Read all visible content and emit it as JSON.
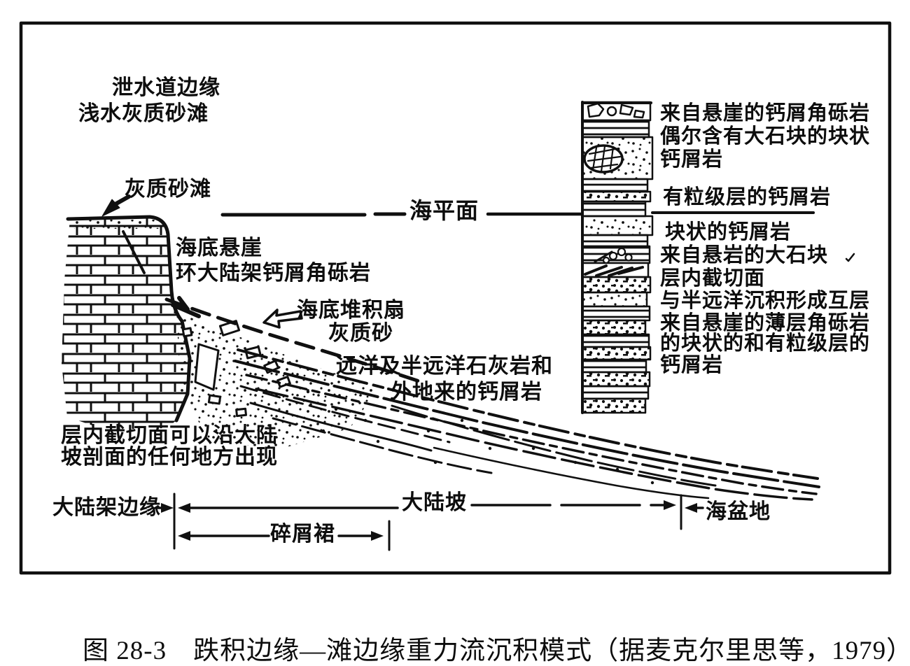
{
  "figure": {
    "caption": "图 28-3　跌积边缘—滩边缘重力流沉积模式（据麦克尔里思等，1979）",
    "labels": {
      "channel_margin": "泄水道边缘",
      "shallow_beach": "浅水灰质砂滩",
      "lime_sand_beach": "灰质砂滩",
      "sea_level": "海平面",
      "submarine_cliff": "海底悬崖",
      "shelf_breccia": "环大陆架钙屑角砾岩",
      "submarine_fan": "海底堆积扇",
      "lime_sand": "灰质砂",
      "pelagic_1": "远洋及半远洋石灰岩和",
      "pelagic_2": "外地来的钙屑岩",
      "truncation_1": "层内截切面可以沿大陆",
      "truncation_2": "坡剖面的任何地方出现",
      "shelf_edge": "大陆架边缘",
      "debris_apron": "碎屑裙",
      "continental_slope": "大陆坡",
      "sea_basin": "海盆地"
    },
    "column_labels": [
      "来自悬崖的钙屑角砾岩",
      "偶尔含有大石块的块状",
      "钙屑岩",
      "有粒级层的钙屑岩",
      "块状的钙屑岩",
      "来自悬岩的大石块",
      "层内截切面",
      "与半远洋沉积形成互层",
      "来自悬崖的薄层角砾岩",
      "的块状的和有粒级层的",
      "钙屑岩"
    ],
    "colors": {
      "ink": "#101010",
      "paper": "#ffffff"
    }
  }
}
